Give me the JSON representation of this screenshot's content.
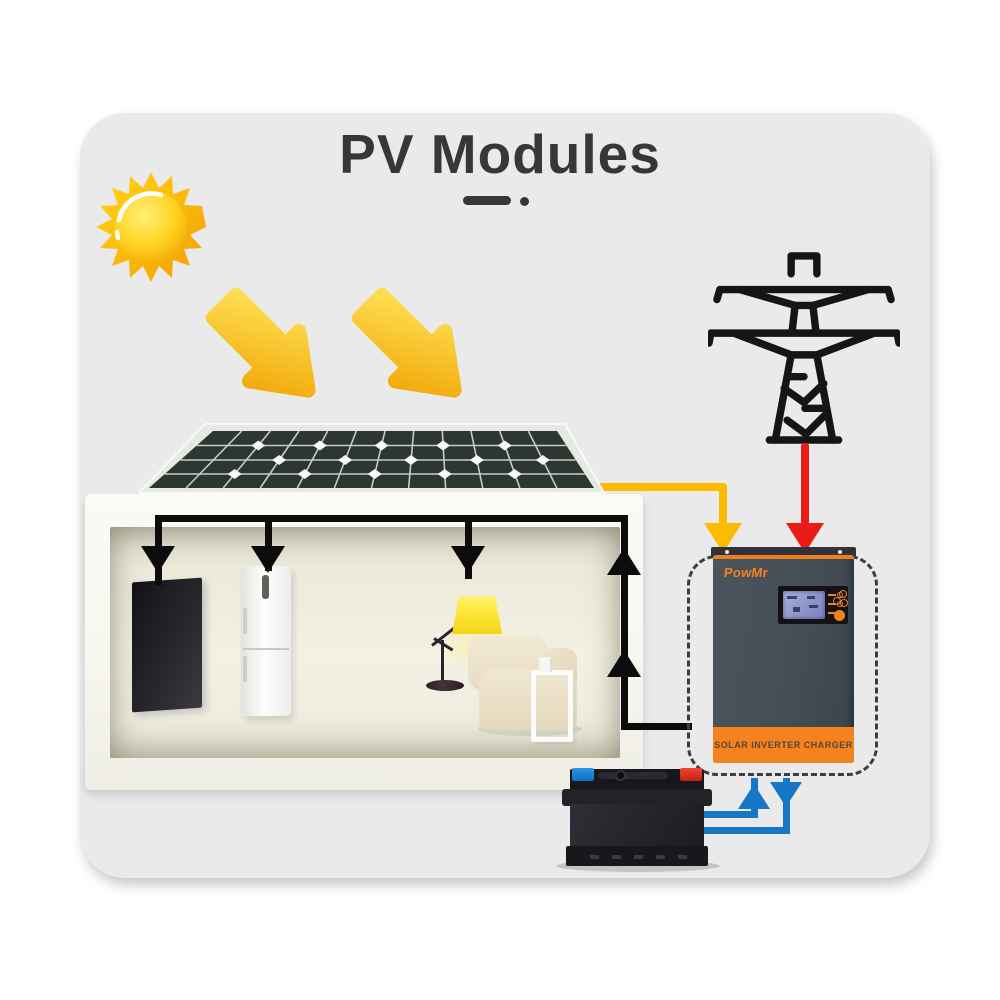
{
  "title": {
    "text": "PV Modules"
  },
  "inverter": {
    "brand": "PowMr",
    "label": "SOLAR INVERTER CHARGER",
    "body_color": "#49515a",
    "accent_color": "#f5821f"
  },
  "colors": {
    "card_bg": "#eaeaea",
    "title_text": "#373737",
    "sun_yellow": "#ffd414",
    "sunlight_arrow": "#f7b908",
    "pv_flow_yellow": "#fcba00",
    "grid_flow_red": "#ea1c16",
    "battery_flow_blue": "#1577c5",
    "load_wire_black": "#0c0c0c",
    "battery_terminal_blue": "#1f7fd0",
    "battery_terminal_red": "#e33027"
  },
  "icons": {
    "sun": "sun-icon",
    "sunlight_arrows": "sunlight-arrow-icon",
    "transmission_tower": "transmission-tower-icon",
    "solar_panel": "solar-panel",
    "house": "house",
    "tv": "tv",
    "refrigerator": "refrigerator",
    "floor_lamp": "floor-lamp",
    "sofa": "sofa",
    "side_table": "side-table",
    "inverter": "solar-inverter",
    "battery": "battery"
  },
  "flows": {
    "pv_to_inverter": "solar panel to inverter (yellow)",
    "grid_to_inverter": "utility tower to inverter (red)",
    "inverter_to_loads": "inverter to house appliances (black)",
    "battery_charge_discharge": "inverter to/from battery (blue)"
  }
}
